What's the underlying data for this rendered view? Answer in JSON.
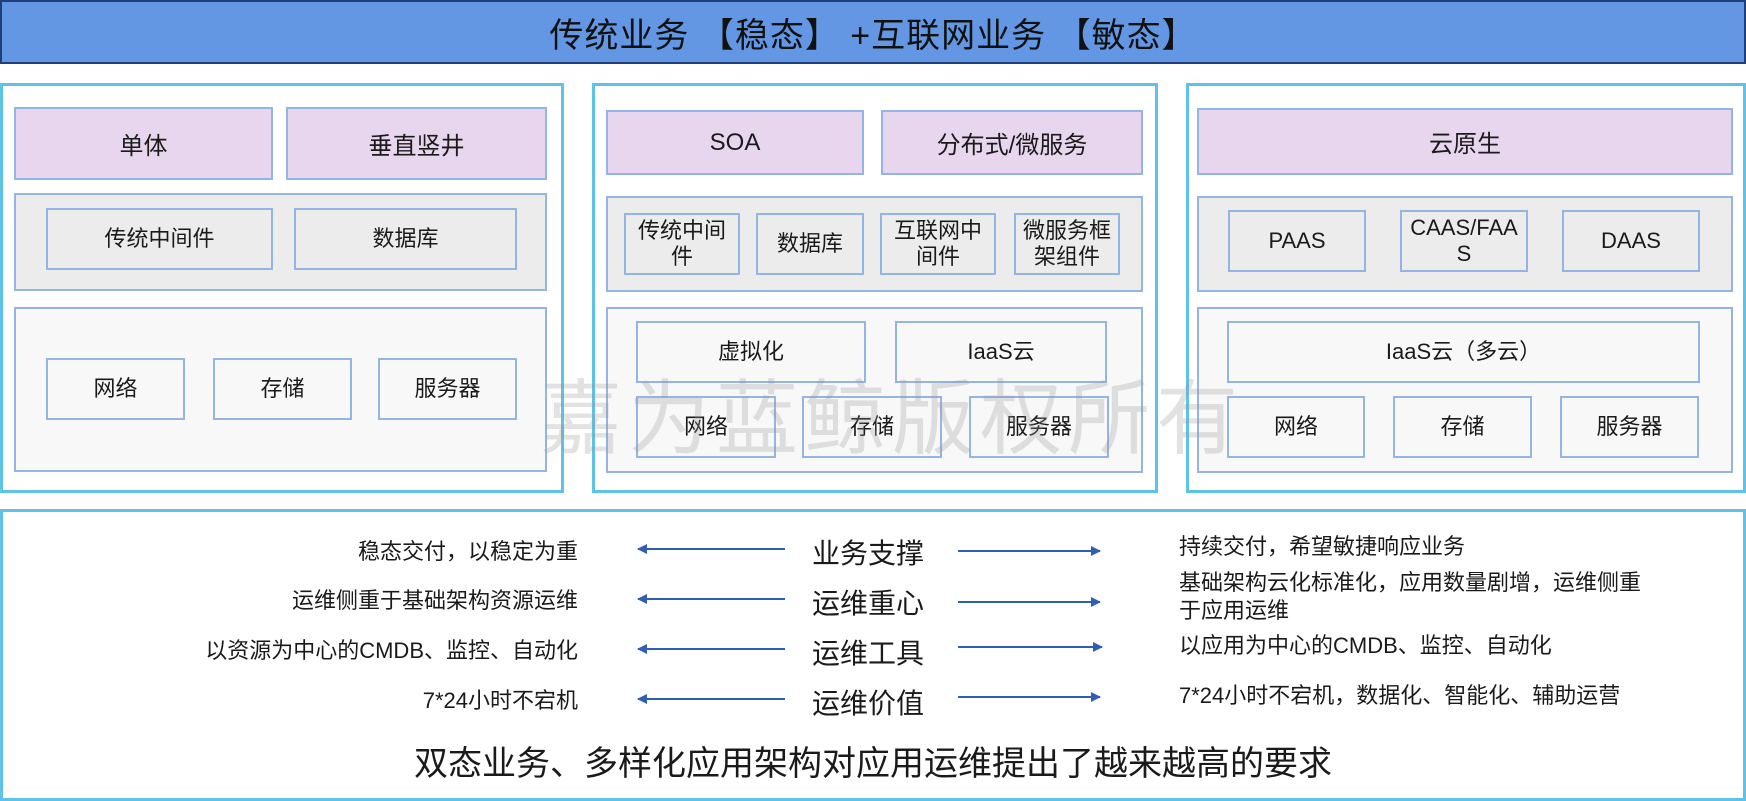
{
  "title": "传统业务 【稳态】 +互联网业务 【敏态】",
  "columns": [
    {
      "top": [
        "单体",
        "垂直竖井"
      ],
      "middle": [
        "传统中间件",
        "数据库"
      ],
      "bottom": [
        "网络",
        "存储",
        "服务器"
      ]
    },
    {
      "top": [
        "SOA",
        "分布式/微服务"
      ],
      "middle": [
        "传统中间件",
        "数据库",
        "互联网中间件",
        "微服务框架组件"
      ],
      "bottom_top": [
        "虚拟化",
        "IaaS云"
      ],
      "bottom": [
        "网络",
        "存储",
        "服务器"
      ]
    },
    {
      "top": [
        "云原生"
      ],
      "middle": [
        "PAAS",
        "CAAS/FAAS",
        "DAAS"
      ],
      "bottom_top": [
        "IaaS云（多云）"
      ],
      "bottom": [
        "网络",
        "存储",
        "服务器"
      ]
    }
  ],
  "comparison": [
    {
      "left": "稳态交付，以稳定为重",
      "center": "业务支撑",
      "right": "持续交付，希望敏捷响应业务"
    },
    {
      "left": "运维侧重于基础架构资源运维",
      "center": "运维重心",
      "right": "基础架构云化标准化，应用数量剧增，运维侧重于应用运维"
    },
    {
      "left": "以资源为中心的CMDB、监控、自动化",
      "center": "运维工具",
      "right": "以应用为中心的CMDB、监控、自动化"
    },
    {
      "left": "7*24小时不宕机",
      "center": "运维价值",
      "right": "7*24小时不宕机，数据化、智能化、辅助运营"
    }
  ],
  "footer": "双态业务、多样化应用架构对应用运维提出了越来越高的要求",
  "watermark": "嘉为蓝鲸版权所有",
  "colors": {
    "banner": "#6397e4",
    "column_border": "#5ec3e8",
    "purple": "#e8d6ef",
    "grey": "#ececec",
    "box_border": "#93b5e6",
    "arrow": "#2e5fb0"
  }
}
